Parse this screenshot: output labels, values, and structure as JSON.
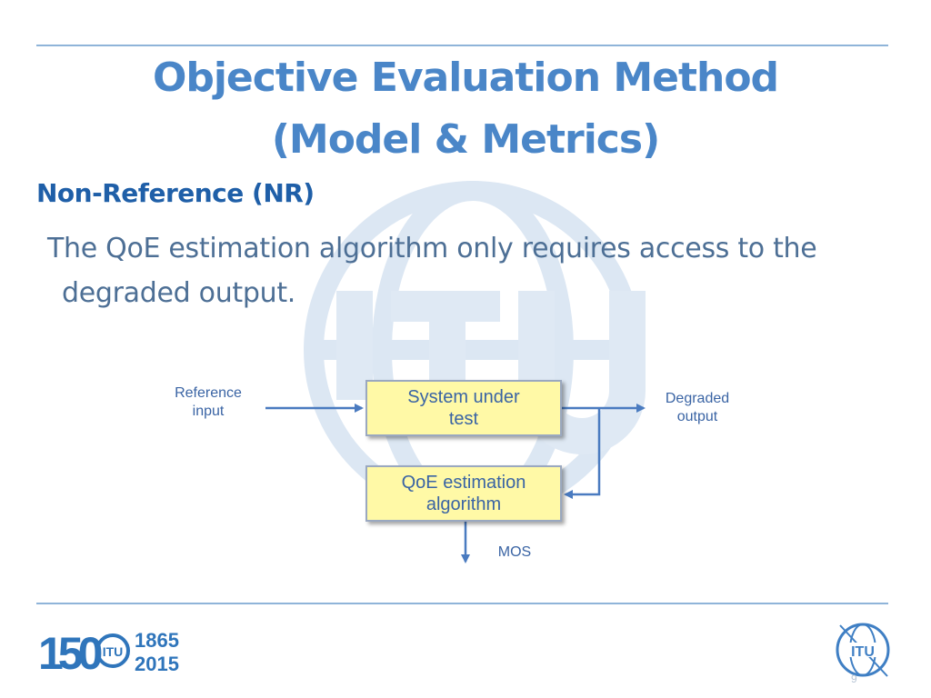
{
  "slide": {
    "title_line1": "Objective Evaluation Method",
    "title_line2": "(Model & Metrics)",
    "subheading": "Non-Reference (NR)",
    "body_line1": "The QoE estimation algorithm only requires access to the",
    "body_line2": "degraded output.",
    "page_number": "9"
  },
  "diagram": {
    "reference_input_line1": "Reference",
    "reference_input_line2": "input",
    "system_box_line1": "System under",
    "system_box_line2": "test",
    "degraded_output_line1": "Degraded",
    "degraded_output_line2": "output",
    "qoe_box_line1": "QoE estimation",
    "qoe_box_line2": "algorithm",
    "mos_label": "MOS"
  },
  "footer": {
    "logo_150": "150",
    "year_1": "1865",
    "year_2": "2015",
    "itu_mark": "ITU"
  },
  "colors": {
    "title": "#4a86c8",
    "subheading": "#1f5fa8",
    "body": "#4d6f95",
    "box_fill": "#fff9a6",
    "rule": "#8fb4d9"
  }
}
